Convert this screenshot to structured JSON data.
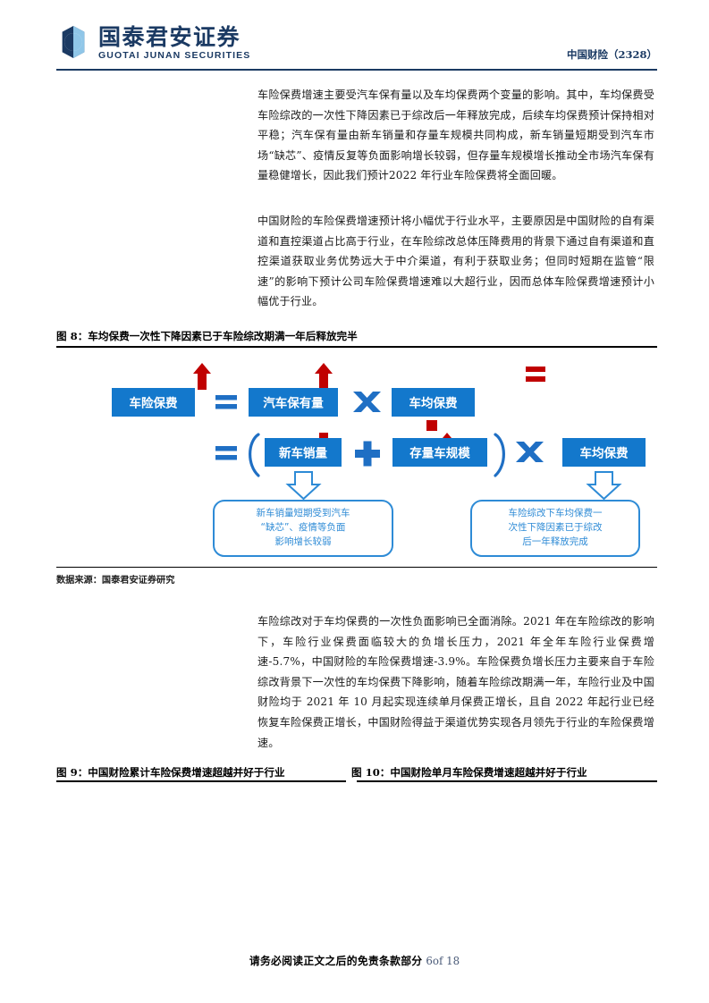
{
  "header": {
    "logo_cn": "国泰君安证券",
    "logo_en": "GUOTAI JUNAN SECURITIES",
    "logo_icon": "guotai-junan-circle-logo",
    "right_label": "中国财险（2328）"
  },
  "body": {
    "para1": "车险保费增速主要受汽车保有量以及车均保费两个变量的影响。其中，车均保费受车险综改的一次性下降因素已于综改后一年释放完成，后续车均保费预计保持相对平稳；汽车保有量由新车销量和存量车规模共同构成，新车销量短期受到汽车市场“缺芯”、疫情反复等负面影响增长较弱，但存量车规模增长推动全市场汽车保有量稳健增长，因此我们预计2022 年行业车险保费将全面回暖。",
    "para2": "中国财险的车险保费增速预计将小幅优于行业水平，主要原因是中国财险的自有渠道和直控渠道占比高于行业，在车险综改总体压降费用的背景下通过自有渠道和直控渠道获取业务优势远大于中介渠道，有利于获取业务；但同时短期在监管“限速”的影响下预计公司车险保费增速难以大超行业，因而总体车险保费增速预计小幅优于行业。",
    "para3": "车险综改对于车均保费的一次性负面影响已全面消除。2021 年在车险综改的影响下，车险行业保费面临较大的负增长压力，2021 年全年车险行业保费增速-5.7%，中国财险的车险保费增速-3.9%。车险保费负增长压力主要来自于车险综改背景下一次性的车均保费下降影响，随着车险综改期满一年，车险行业及中国财险均于 2021 年 10 月起实现连续单月保费正增长，且自 2022 年起行业已经恢复车险保费正增长，中国财险得益于渠道优势实现各月领先于行业的车险保费增速。"
  },
  "figure8": {
    "caption": "图 8：车均保费一次性下降因素已于车险综改期满一年后释放完半",
    "source_label": "数据来源：国泰君安证券研究",
    "boxes": {
      "b1": "车险保费",
      "b2": "汽车保有量",
      "b3": "车均保费",
      "b4": "新车销量",
      "b5": "存量车规模",
      "b6": "车均保费"
    },
    "operators": {
      "eq1": "=",
      "times1": "✖",
      "eq_top_right": "=",
      "eq2": "=",
      "plus1": "✚",
      "times2": "✖"
    },
    "callout_left": "新车销量短期受到汽车“缺芯”、疫情等负面影响增长较弱",
    "callout_left_lines": [
      "新车销量短期受到汽车",
      "“缺芯”、疫情等负面",
      "影响增长较弱"
    ],
    "callout_right": "车险综改下车均保费一次性下降因素已于综改后一年释放完成",
    "callout_right_lines": [
      "车险综改下车均保费一",
      "次性下降因素已于综改",
      "后一年释放完成"
    ],
    "colors": {
      "box_blue": "#1378CC",
      "arrow_red": "#C00000",
      "operator_blue": "#1F6FC4",
      "callout_border": "#2E8BD6",
      "callout_text": "#2E8BD6"
    }
  },
  "figure9": {
    "caption": "图 9：中国财险累计车险保费增速超越并好于行业"
  },
  "figure10": {
    "caption": "图 10：中国财险单月车险保费增速超越并好于行业"
  },
  "footer": {
    "disclaimer": "请务必阅读正文之后的免责条款部分",
    "page": "6of 18"
  }
}
